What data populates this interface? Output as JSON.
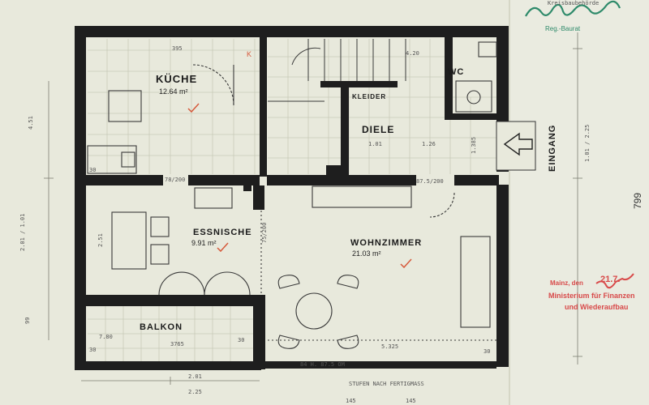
{
  "header": {
    "top_text": "Kreisbaubehörde",
    "signature_caption": "Reg.-Baurat"
  },
  "rooms": {
    "kueche": {
      "name": "KÜCHE",
      "area": "12.64 m²",
      "mark": "K"
    },
    "wc": {
      "name": "WC"
    },
    "kleider": {
      "name": "KLEIDER"
    },
    "diele": {
      "name": "DIELE"
    },
    "essnische": {
      "name": "ESSNISCHE",
      "area": "9.91 m²"
    },
    "wohnzimmer": {
      "name": "WOHNZIMMER",
      "area": "21.03 m²"
    },
    "balkon": {
      "name": "BALKON"
    }
  },
  "entrance": {
    "label": "EINGANG"
  },
  "dimensions": {
    "d395": "395",
    "d78_200": "78/200",
    "d875_200": "87.5/200",
    "d75_200": "75/200",
    "d3765": "3765",
    "d5325": "5.325",
    "d201": "2.01",
    "d225": "2.25",
    "d145a": "145",
    "d145b": "145",
    "d30a": "30",
    "d30b": "30",
    "d30c": "30",
    "d30d": "30",
    "d101": "1.01",
    "d126": "1.26",
    "d1385": "1.385",
    "d251": "2.51",
    "d780": "7.80",
    "d799": "799",
    "d101_225": "1.01 / 2.25",
    "d201_101": "2.01 / 1.01",
    "d99": "99",
    "d451": "4.51",
    "d420": "4.20",
    "bottom_note": "84 H. 87.5 OM",
    "steps_note": "STUFEN NACH FERTIGMASS"
  },
  "stamp": {
    "place": "Mainz, den",
    "date": "21.7.",
    "line1": "Ministerium für Finanzen",
    "line2": "und Wiederaufbau"
  },
  "colors": {
    "paper": "#e8e9dc",
    "wall": "#1e1e1e",
    "stamp": "#d84a4a",
    "signature": "#2e8a6a",
    "check": "#d65a3c"
  }
}
